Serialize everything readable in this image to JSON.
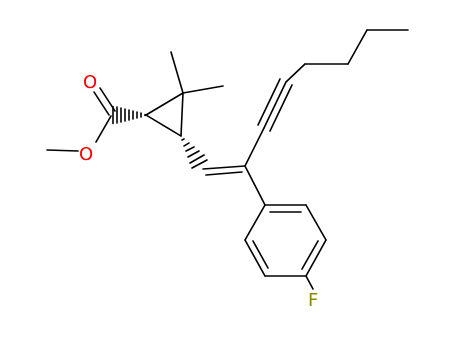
{
  "diagram": {
    "type": "chemical-structure",
    "colors": {
      "bond": "#000000",
      "oxygen": "#ff0000",
      "fluorine": "#8b8b00",
      "background": "#ffffff"
    },
    "atoms": {
      "carbonyl_oxygen": "O",
      "ester_oxygen": "O",
      "fluorine": "F"
    }
  }
}
